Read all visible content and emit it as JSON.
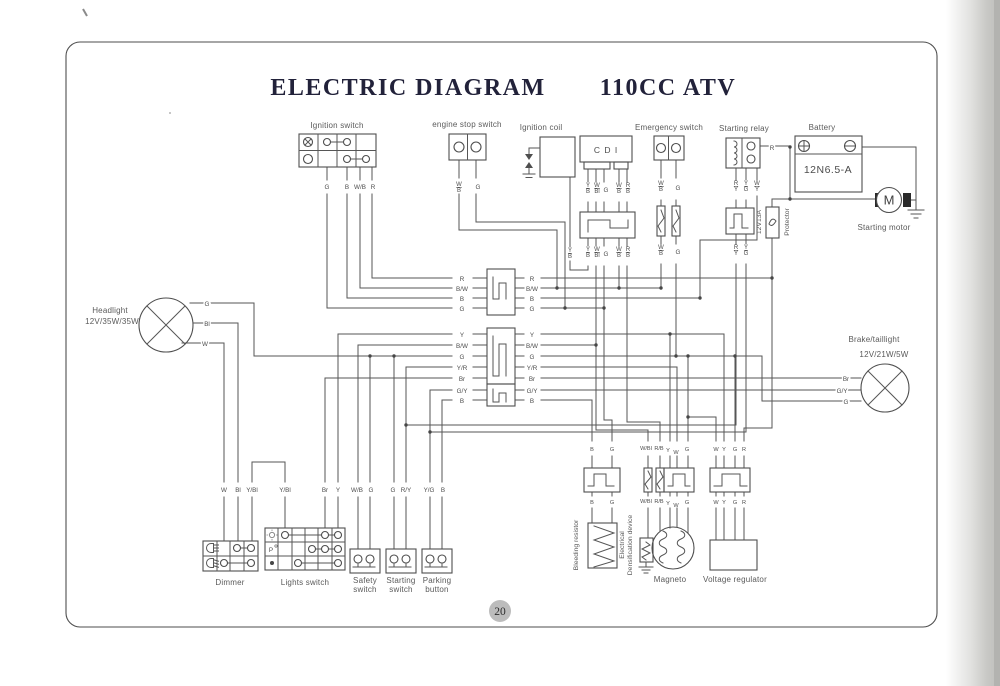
{
  "title": {
    "main": "ELECTRIC DIAGRAM",
    "model": "110CC ATV"
  },
  "page_number": "20",
  "c": {
    "ignition_switch": {
      "label": "Ignition switch",
      "wires": [
        "G",
        "B",
        "W/B",
        "R"
      ]
    },
    "engine_stop_switch": {
      "label": "engine stop switch",
      "wires": [
        "W/B",
        "G"
      ]
    },
    "ignition_coil": {
      "label": "Ignition coil",
      "wire": "Y/B"
    },
    "cdi": {
      "label": "C D I",
      "wires": [
        "Y/B",
        "W/Bl",
        "G",
        "W/B",
        "R/B"
      ]
    },
    "emergency_switch": {
      "label": "Emergency switch",
      "wires": [
        "W/B",
        "G"
      ]
    },
    "starting_relay": {
      "label": "Starting relay",
      "wires": [
        "R/Y",
        "Y/G"
      ],
      "aux_wire": "W/Y",
      "out_wire": "R"
    },
    "protector": {
      "rating": "12V13A",
      "label": "Protector"
    },
    "battery": {
      "label": "Battery",
      "model": "12N6.5-A"
    },
    "starting_motor": {
      "label": "Starting motor",
      "letter": "M"
    },
    "headlight": {
      "label": "Headlight",
      "rating": "12V/35W/35W",
      "wires": [
        "G",
        "Bl",
        "W"
      ]
    },
    "brake_taillight": {
      "label": "Brake/taillight",
      "rating": "12V/21W/5W",
      "wires": [
        "Br",
        "G/Y",
        "G"
      ]
    },
    "connector_4pin": {
      "pins": [
        "R",
        "B/W",
        "B",
        "G"
      ]
    },
    "connector_5pin": {
      "pins": [
        "Y",
        "B/W",
        "G",
        "Y/R",
        "Br"
      ]
    },
    "connector_2pin": {
      "pins": [
        "G/Y",
        "B"
      ]
    },
    "dimmer": {
      "label": "Dimmer",
      "wires": [
        "W",
        "Bl",
        "Y/Bl"
      ]
    },
    "lights_switch": {
      "label": "Lights switch",
      "wires": [
        "Y/Bl",
        "Br",
        "Y"
      ],
      "position_symbol": "P"
    },
    "safety_switch": {
      "label_1": "Safety",
      "label_2": "switch",
      "wires": [
        "W/B",
        "G"
      ]
    },
    "starting_switch": {
      "label_1": "Starting",
      "label_2": "switch",
      "wires": [
        "G",
        "R/Y"
      ]
    },
    "parking_button": {
      "label_1": "Parking",
      "label_2": "button",
      "wires": [
        "Y/G",
        "B"
      ]
    },
    "bleeding_resistor": {
      "label": "Bleeding resistor",
      "wires": [
        "B",
        "G"
      ]
    },
    "densification_device": {
      "label_1": "Electrical",
      "label_2": "Densification device"
    },
    "magneto": {
      "label": "Magneto",
      "wires": [
        "W/Bl",
        "R/B",
        "Y",
        "W",
        "G"
      ]
    },
    "voltage_regulator": {
      "label": "Voltage regulator",
      "wires": [
        "W",
        "Y",
        "G",
        "R"
      ]
    }
  }
}
